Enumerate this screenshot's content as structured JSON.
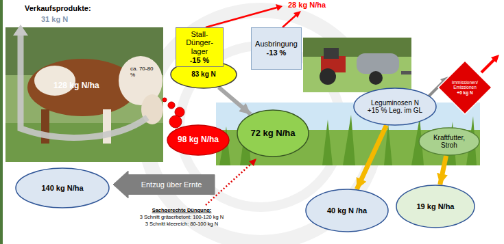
{
  "diagram": {
    "nodes": [
      {
        "text": [
          "83 kg N"
        ]
      },
      {
        "text": [
          "98 kg N/ha"
        ]
      },
      {
        "text": [
          "Stall-Dünger-lager",
          "-15 %"
        ]
      },
      {
        "text": [
          "Ausbringung",
          "-13 %"
        ]
      },
      {
        "text": [
          "Immissionen/ Emissionen",
          "+0 kg N"
        ]
      },
      {
        "text": [
          "72 kg N/ha"
        ]
      },
      {
        "text": [
          "Leguminosen N",
          "+15 % Leg. im GL"
        ]
      },
      {
        "text": [
          "Kraftfutter, Stroh"
        ]
      },
      {
        "text": [
          "140 kg N/ha"
        ]
      },
      {
        "text": [
          "Entzug über Ernte"
        ]
      },
      {
        "text": [
          "40 kg N /ha"
        ]
      },
      {
        "text": [
          "19 kg N/ha"
        ]
      }
    ],
    "edges": [
      {
        "from": 0,
        "to": 5,
        "arrow": "to"
      },
      {
        "from": 6,
        "to": 10,
        "arrow": "to"
      },
      {
        "from": 7,
        "to": 11,
        "arrow": "to"
      }
    ],
    "labels": [
      "28 kg N/ha",
      "Verkaufsprodukte:",
      "31 kg N",
      "128 kg N/ha",
      "ca. 70-80 %",
      "Sachgerechte Düngung:",
      "3 Schnitt gräserbetont: 100-120 kg N",
      "3 Schnitt kleereich: 80-100 kg N"
    ]
  }
}
